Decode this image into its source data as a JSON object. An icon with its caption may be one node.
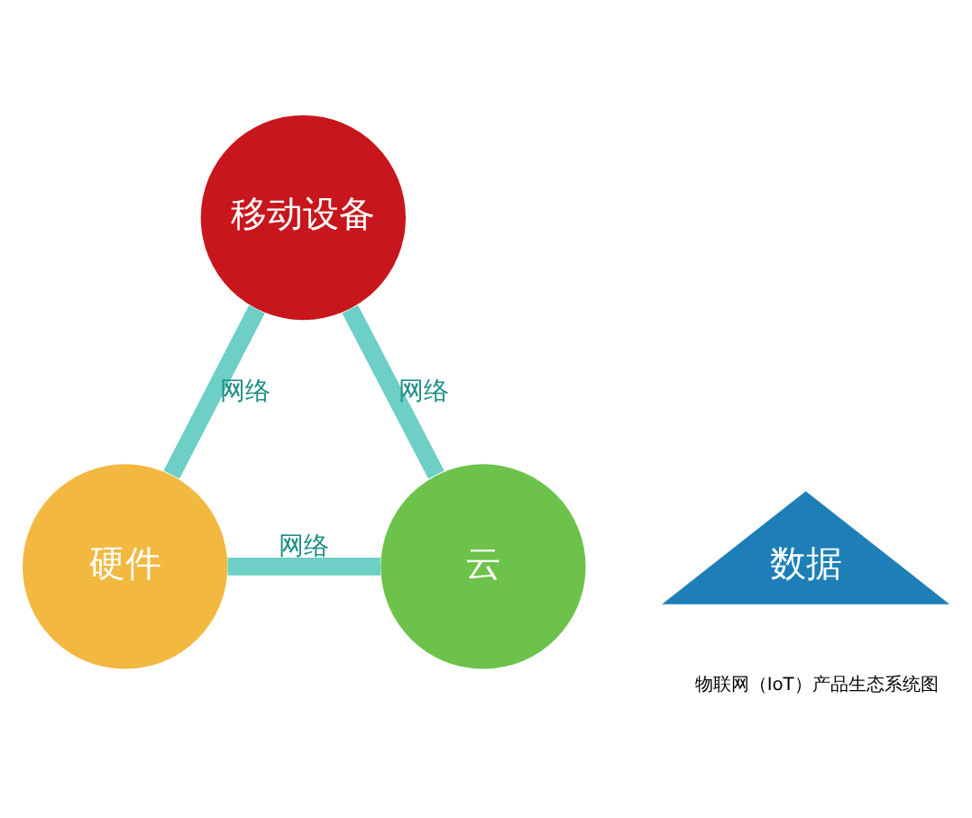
{
  "diagram": {
    "caption": "物联网（IoT）产品生态系统图",
    "nodes": [
      {
        "text": [
          "移动设备"
        ]
      },
      {
        "text": [
          "数据"
        ]
      },
      {
        "text": [
          "硬件"
        ]
      },
      {
        "text": [
          "云"
        ]
      }
    ],
    "edges": [
      {
        "from": 0,
        "to": 2,
        "arrow": "none",
        "label": "网络"
      },
      {
        "from": 0,
        "to": 3,
        "arrow": "none",
        "label": "网络"
      },
      {
        "from": 2,
        "to": 3,
        "arrow": "none",
        "label": "网络"
      }
    ]
  }
}
